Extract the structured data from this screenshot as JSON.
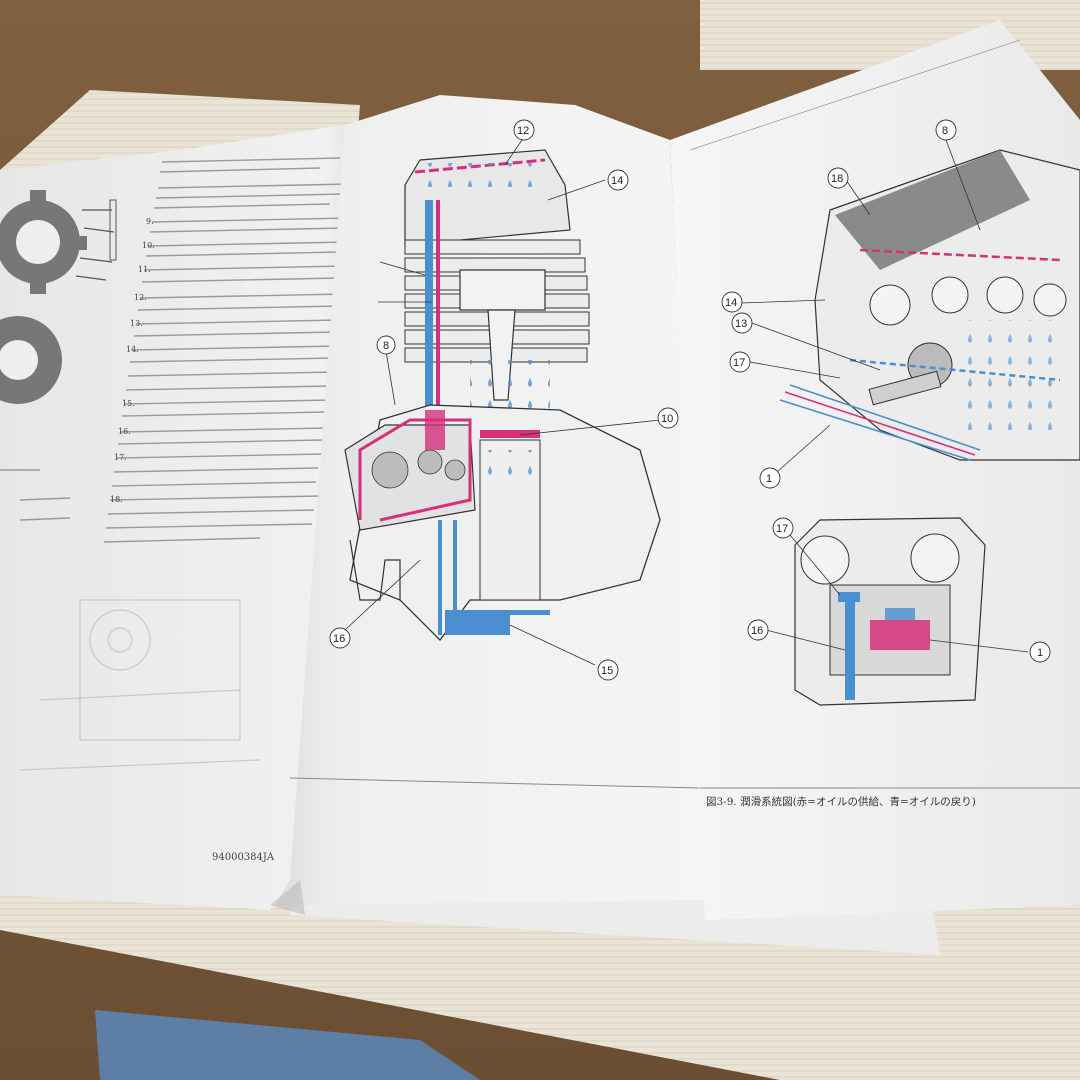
{
  "left_page": {
    "footer_code": "94000384JA",
    "numbered_items": [
      "9.",
      "10.",
      "11.",
      "12.",
      "13.",
      "14.",
      "15.",
      "16.",
      "17.",
      "18."
    ]
  },
  "engine_diagram": {
    "callouts": [
      "12",
      "14",
      "8",
      "10",
      "16",
      "15"
    ]
  },
  "right_diagrams": {
    "upper_callouts": [
      "8",
      "18",
      "14",
      "13",
      "17",
      "1"
    ],
    "lower_callouts": [
      "17",
      "16",
      "1"
    ]
  },
  "caption": "図3-9. 潤滑系統図(赤=オイルの供給、青=オイルの戻り)",
  "colors": {
    "oil_supply": "#d6307a",
    "oil_return": "#4a8fd0",
    "table": "#8a6a48",
    "paper": "#f4f4f4"
  }
}
